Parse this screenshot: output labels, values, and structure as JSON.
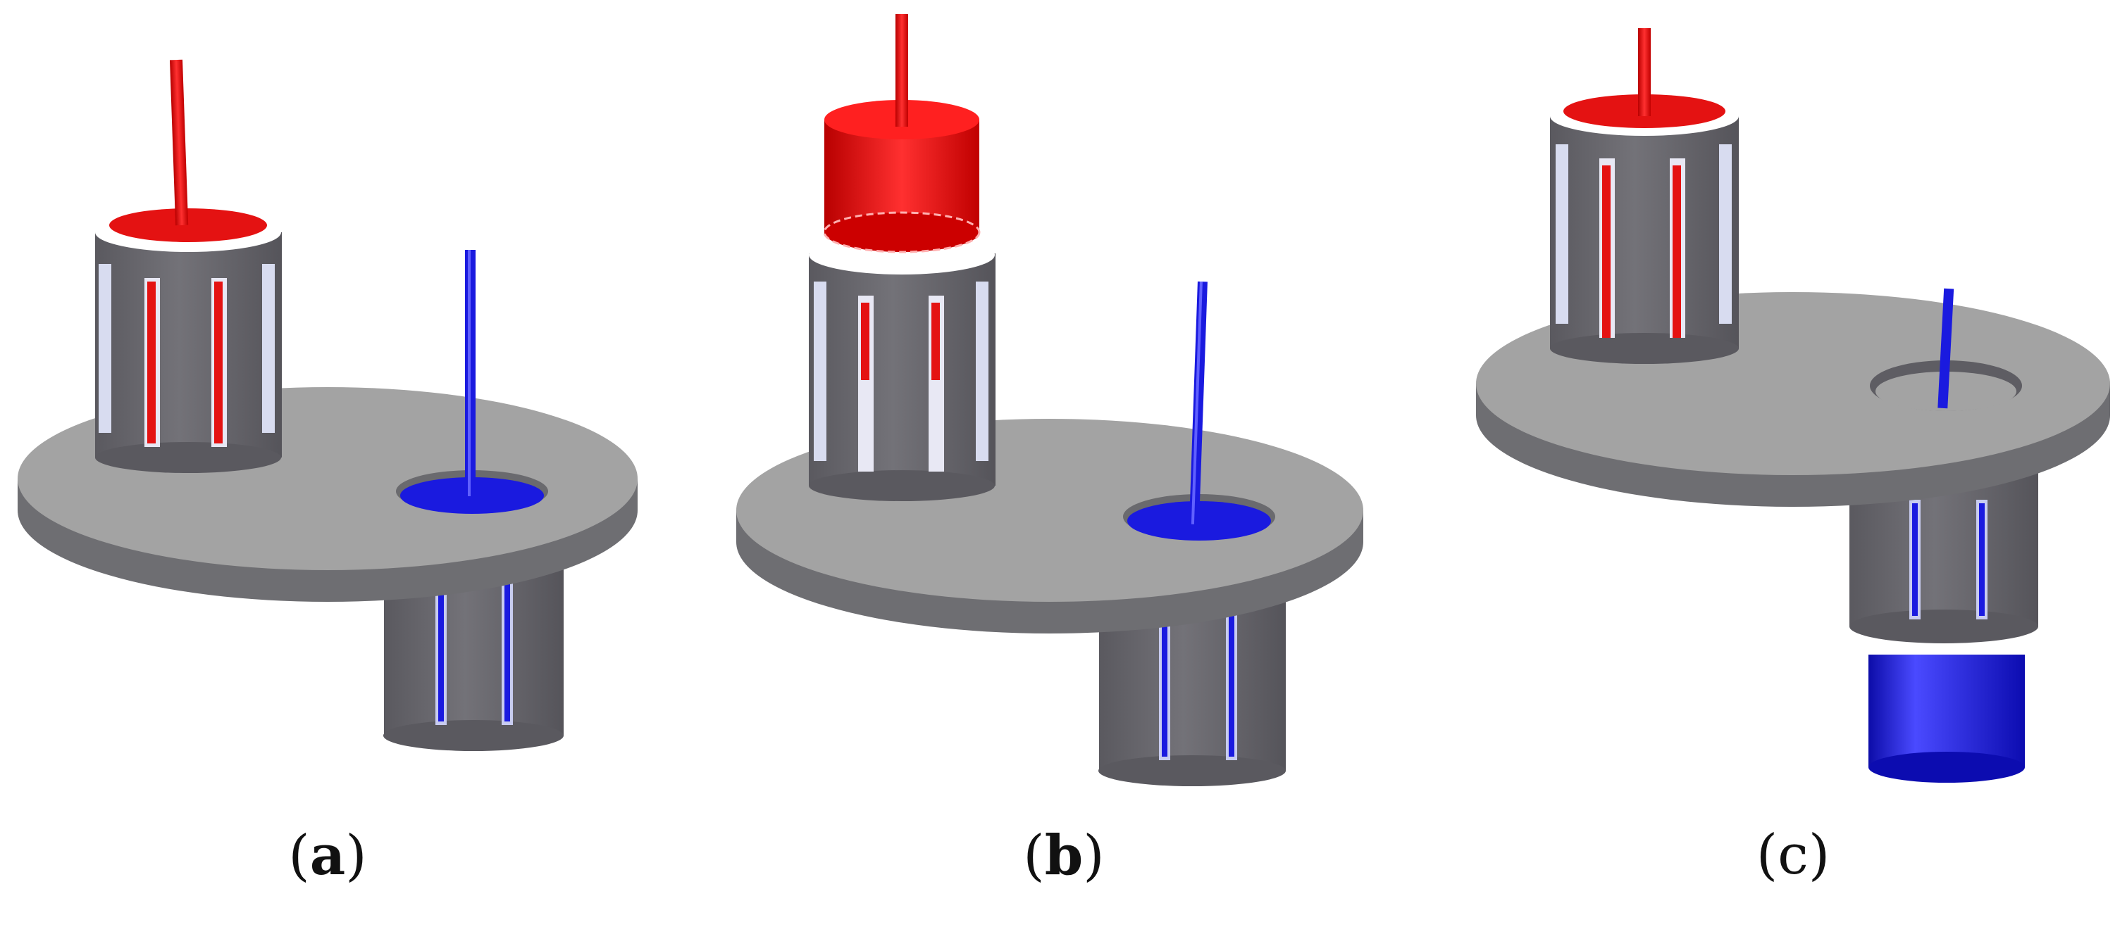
{
  "panels": [
    {
      "id": "a",
      "open": "(",
      "letter": "a",
      "close": ")"
    },
    {
      "id": "b",
      "open": "(",
      "letter": "b",
      "close": ")"
    },
    {
      "id": "c",
      "open": "(",
      "letter": "c",
      "close": ")"
    }
  ],
  "colors": {
    "plate_top": "#a3a3a3",
    "plate_side": "#6e6e72",
    "cage_body": "#6b6a70",
    "cage_slot": "#d8dcf0",
    "red_part": "#e41212",
    "red_dark": "#b00000",
    "blue_part": "#1a1adf",
    "blue_dark": "#0a0a9a"
  }
}
